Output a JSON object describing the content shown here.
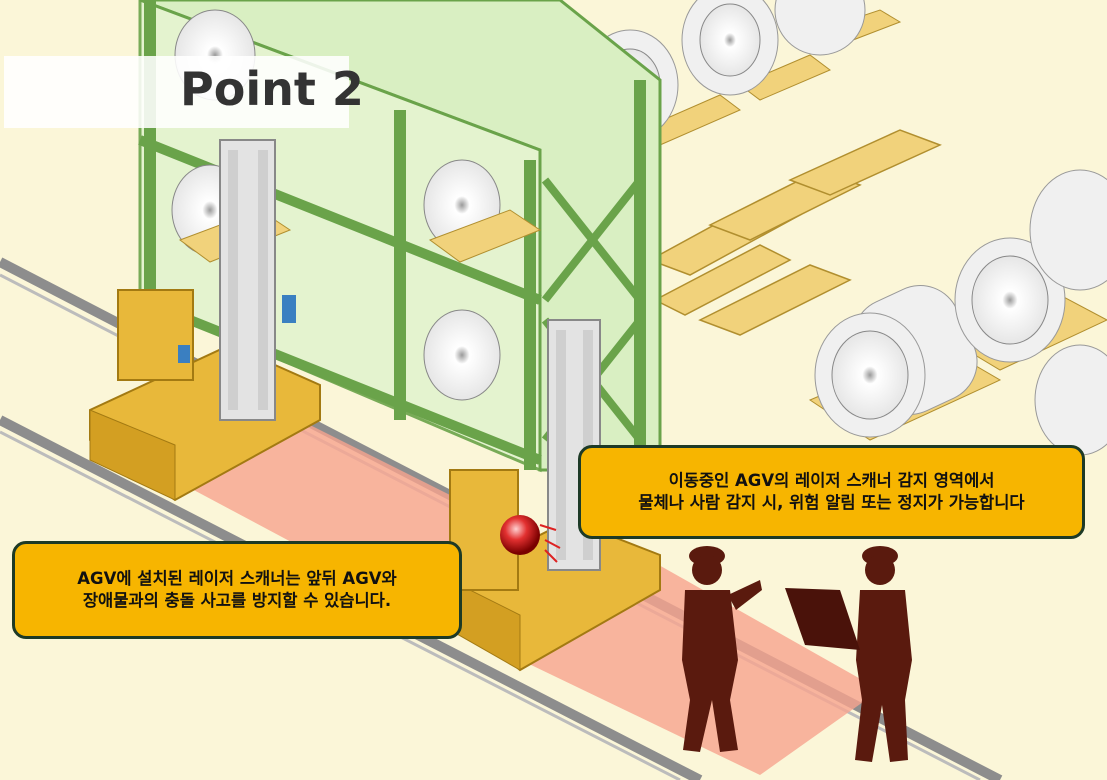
{
  "point_label": "Point 2",
  "callout_right": {
    "line1": "이동중인 AGV의 레이저 스캐너 감지 영역에서",
    "line2": "물체나 사람 감지 시, 위험 알림 또는 정지가 가능합니다"
  },
  "callout_left": {
    "line1": "AGV에 설치된 레이저 스캐너는 앞뒤 AGV와",
    "line2": "장애물과의 충돌 사고를 방지할 수 있습니다."
  },
  "colors": {
    "floor": "#fbf6d8",
    "rack": "#cfe9b4",
    "agv": "#e8b83a",
    "laser_zone": "#f7a48f",
    "callout": "#f7b500"
  }
}
